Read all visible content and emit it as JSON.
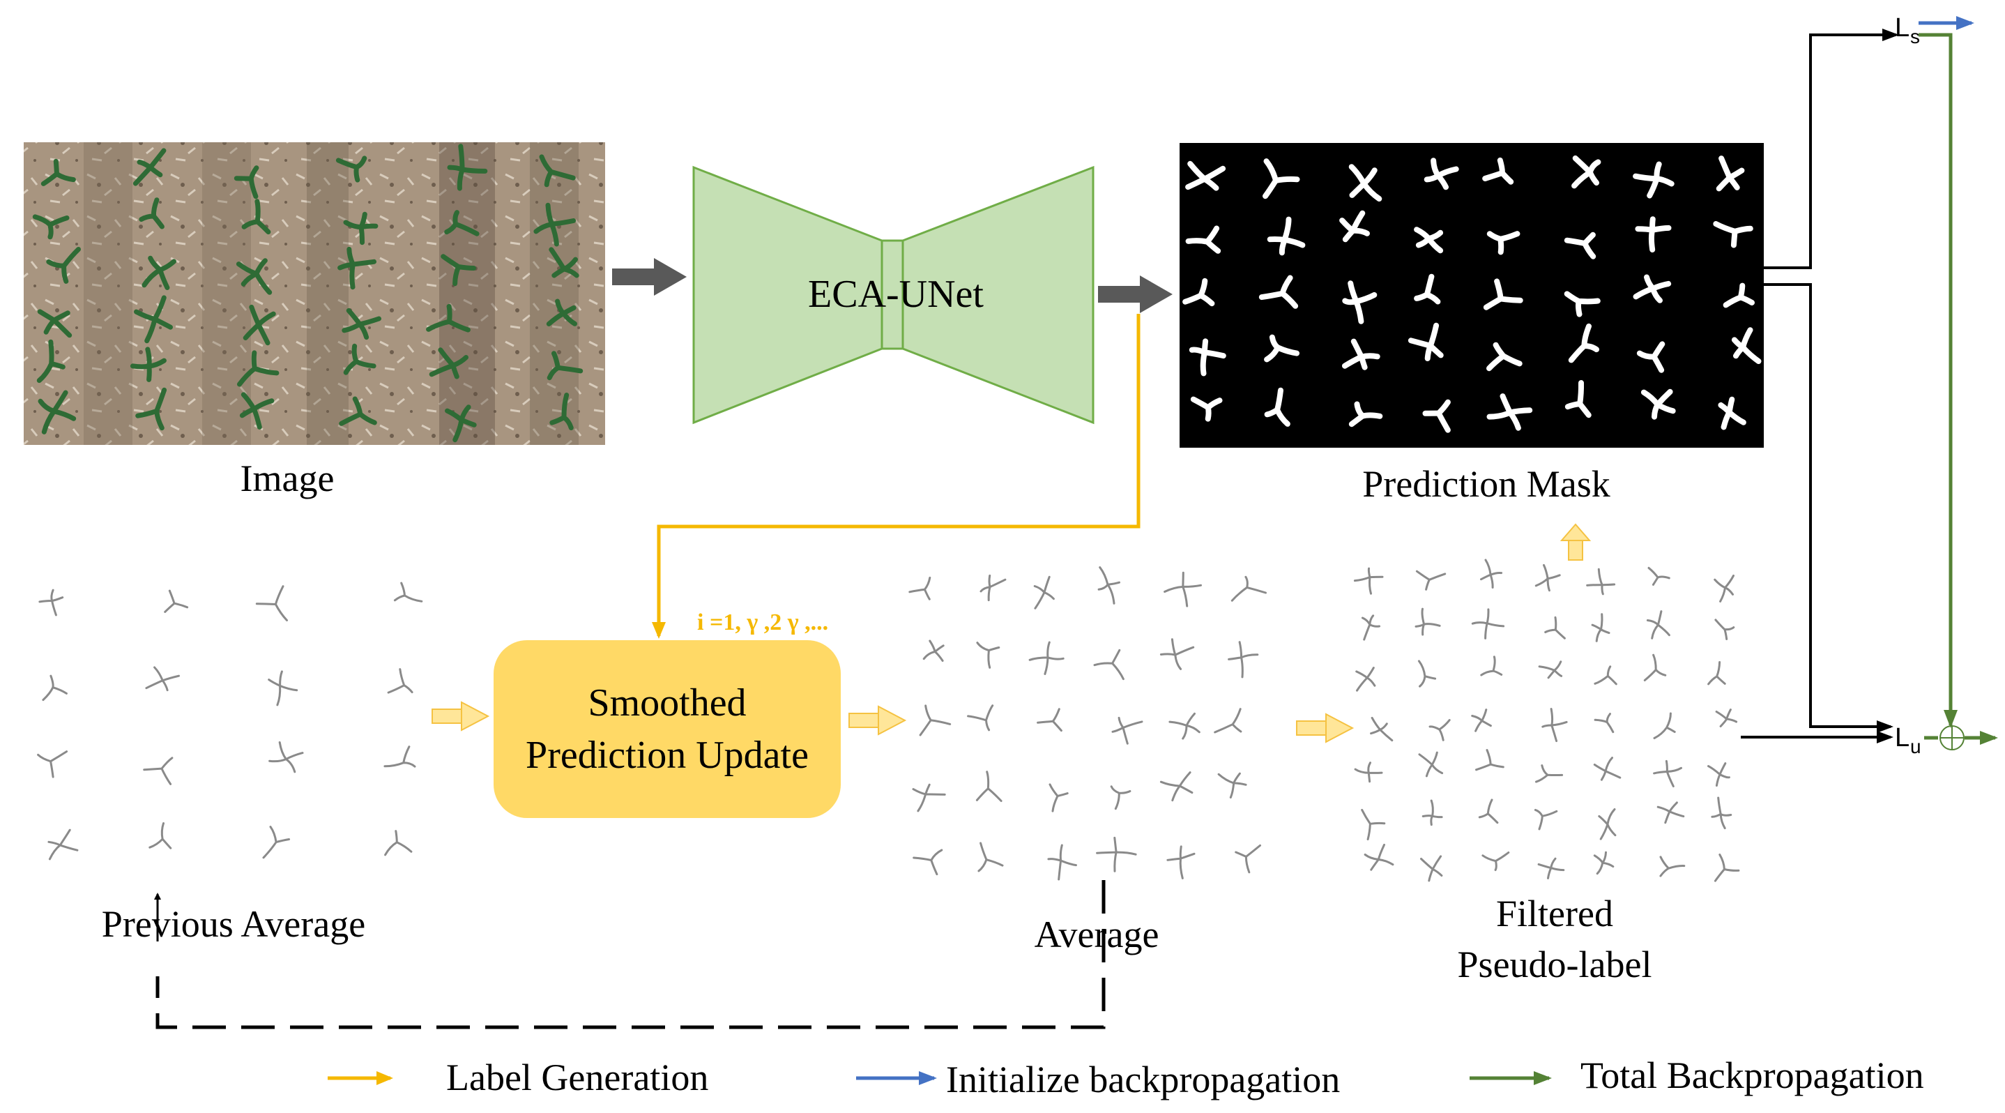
{
  "labels": {
    "image": "Image",
    "network": "ECA-UNet",
    "prediction_mask": "Prediction Mask",
    "previous_average": "Previous Average",
    "average": "Average",
    "filtered_line1": "Filtered",
    "filtered_line2": "Pseudo-label",
    "smoothed_line1": "Smoothed",
    "smoothed_line2": "Prediction Update",
    "iteration": "i =1, γ ,2 γ ,...",
    "loss_supervised": "L",
    "loss_supervised_sub": "s",
    "loss_unsupervised": "L",
    "loss_unsupervised_sub": "u",
    "sum_symbol": "⊕"
  },
  "legend": [
    {
      "label": "Label Generation",
      "color": "#F5B800"
    },
    {
      "label": "Initialize backpropagation",
      "color": "#4472C4"
    },
    {
      "label": "Total Backpropagation",
      "color": "#548235"
    }
  ],
  "colors": {
    "network_fill": "#C5E0B4",
    "network_stroke": "#70AD47",
    "smoothed_fill": "#FFD966",
    "label_arrow": "#F5B800",
    "blue_arrow": "#4472C4",
    "green_arrow": "#548235",
    "soil": "#A08A74",
    "black": "#000000"
  }
}
